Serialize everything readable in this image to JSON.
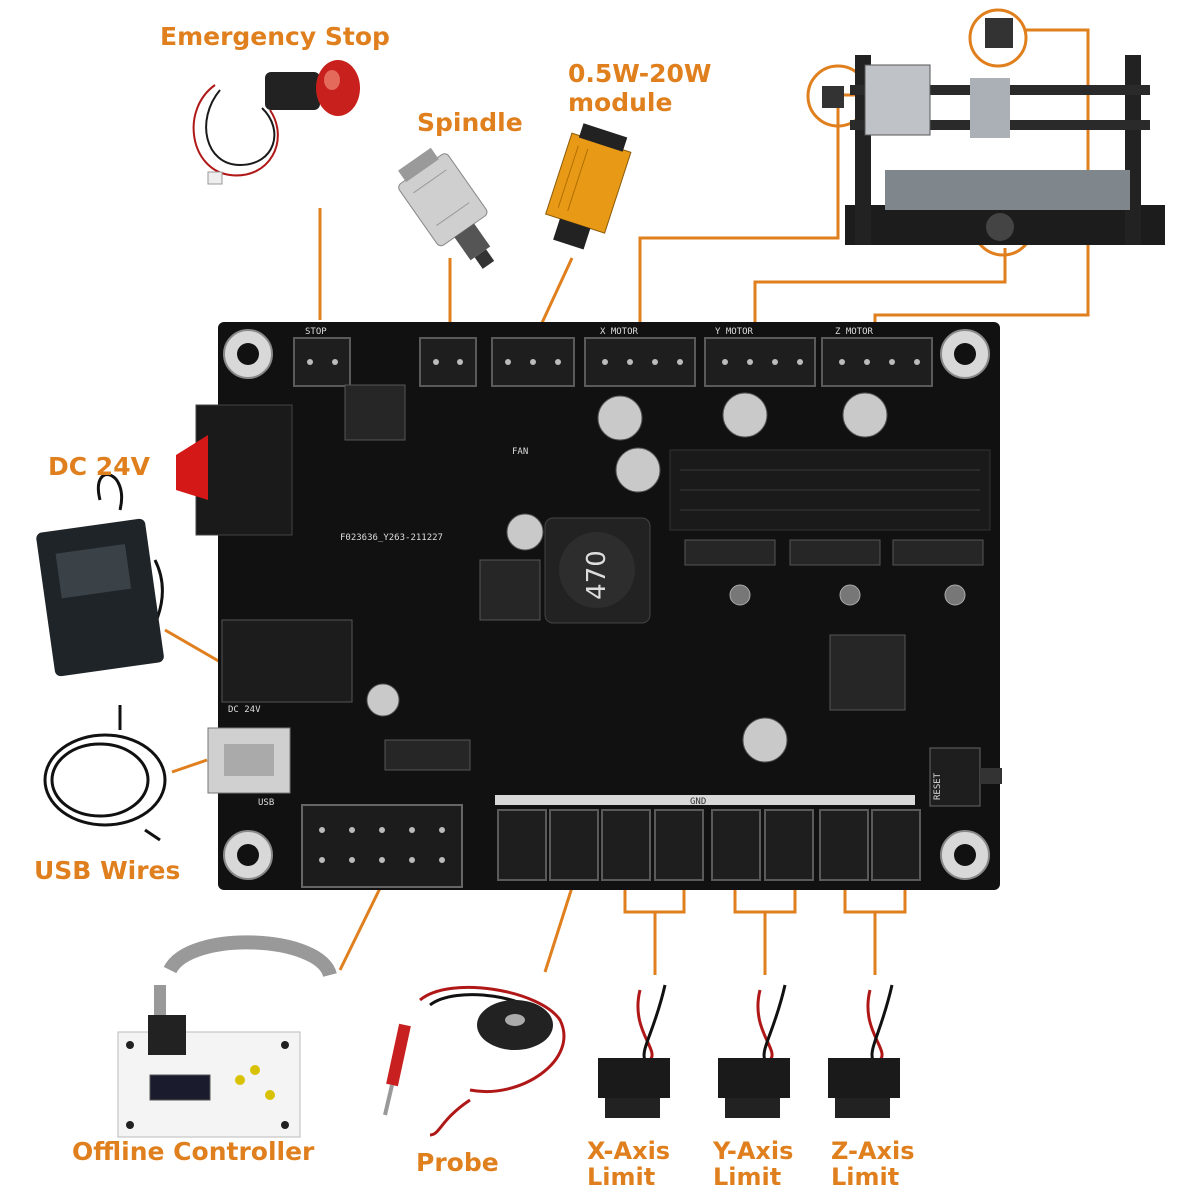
{
  "labels": {
    "emergency_stop": "Emergency Stop",
    "spindle": "Spindle",
    "laser_module": "0.5W-20W\nmodule",
    "dc": "DC 24V",
    "usb_wires": "USB Wires",
    "offline_controller": "Offline Controller",
    "probe": "Probe",
    "x_limit": "X-Axis\nLimit",
    "y_limit": "Y-Axis\nLimit",
    "z_limit": "Z-Axis\nLimit"
  },
  "board": {
    "silk_stop": "STOP",
    "silk_x_motor": "X MOTOR",
    "silk_y_motor": "Y MOTOR",
    "silk_z_motor": "Z MOTOR",
    "silk_fan": "FAN",
    "silk_pcb_id": "F023636_Y263-211227",
    "silk_inductor": "470",
    "silk_dc": "DC 24V",
    "silk_usb": "USB",
    "silk_gnd": "GND",
    "silk_reset": "RESET"
  },
  "colors": {
    "accent": "#e07f1d",
    "board": "#111111"
  }
}
